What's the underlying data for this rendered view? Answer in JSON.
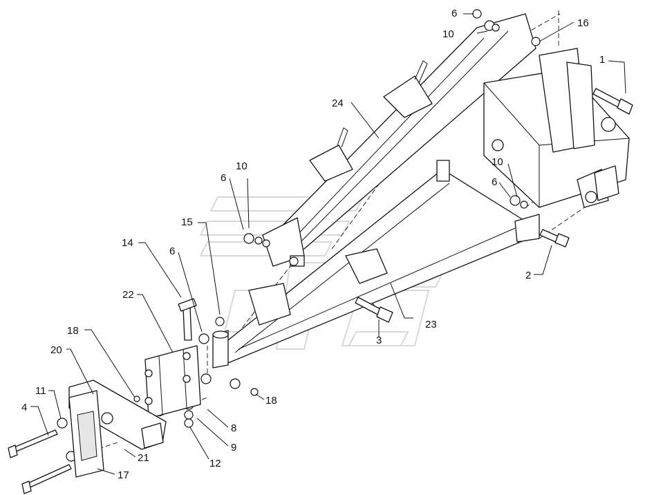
{
  "diagram": {
    "callouts": [
      {
        "id": "c6a",
        "label": "6"
      },
      {
        "id": "c10a",
        "label": "10"
      },
      {
        "id": "c16",
        "label": "16"
      },
      {
        "id": "c1",
        "label": "1"
      },
      {
        "id": "c24",
        "label": "24"
      },
      {
        "id": "c10b",
        "label": "10"
      },
      {
        "id": "c6b",
        "label": "6"
      },
      {
        "id": "c10c",
        "label": "10"
      },
      {
        "id": "c6c",
        "label": "6"
      },
      {
        "id": "c15",
        "label": "15"
      },
      {
        "id": "c14",
        "label": "14"
      },
      {
        "id": "c6d",
        "label": "6"
      },
      {
        "id": "c22",
        "label": "22"
      },
      {
        "id": "c2",
        "label": "2"
      },
      {
        "id": "c23",
        "label": "23"
      },
      {
        "id": "c3",
        "label": "3"
      },
      {
        "id": "c18a",
        "label": "18"
      },
      {
        "id": "c20",
        "label": "20"
      },
      {
        "id": "c11",
        "label": "11"
      },
      {
        "id": "c4",
        "label": "4"
      },
      {
        "id": "c18b",
        "label": "18"
      },
      {
        "id": "c8",
        "label": "8"
      },
      {
        "id": "c9",
        "label": "9"
      },
      {
        "id": "c21",
        "label": "21"
      },
      {
        "id": "c12",
        "label": "12"
      },
      {
        "id": "c17",
        "label": "17"
      }
    ]
  }
}
